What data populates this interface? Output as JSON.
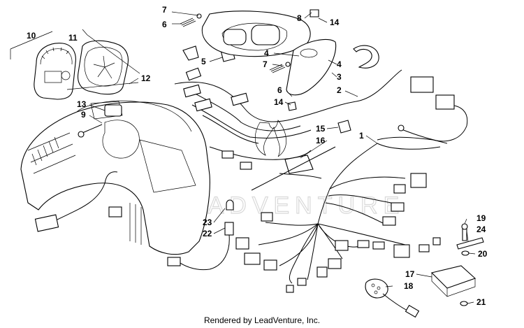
{
  "watermark": "LEADVENTURE",
  "footer": "Rendered by LeadVenture, Inc.",
  "callouts": [
    "7",
    "6",
    "8",
    "14",
    "10",
    "11",
    "5",
    "4",
    "7",
    "4",
    "3",
    "12",
    "6",
    "14",
    "2",
    "13",
    "9",
    "15",
    "16",
    "1",
    "23",
    "22",
    "19",
    "24",
    "20",
    "17",
    "18",
    "21"
  ]
}
